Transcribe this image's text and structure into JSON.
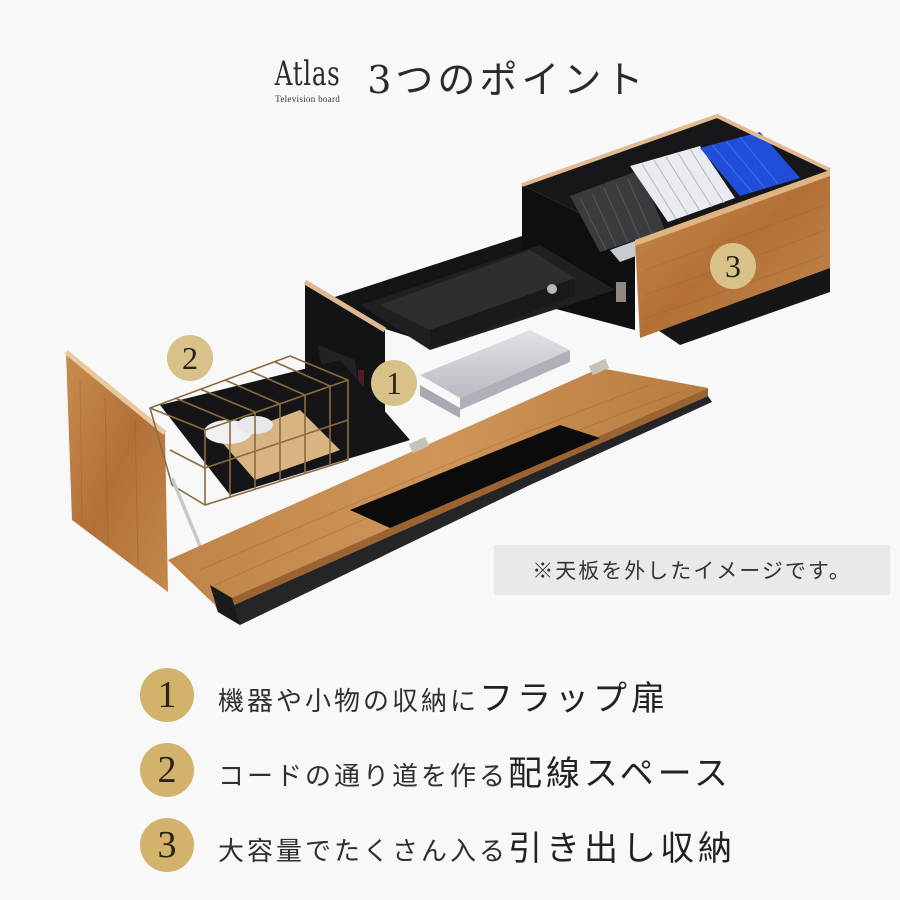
{
  "header": {
    "brand_name": "Atlas",
    "brand_subtitle": "Television board",
    "headline": "3つのポイント"
  },
  "illustration": {
    "subject": "TV board with top panel removed, flap door open, drawer pulled out",
    "markers": [
      {
        "label": "1",
        "meaning": "flap door compartment"
      },
      {
        "label": "2",
        "meaning": "wiring space with wire basket"
      },
      {
        "label": "3",
        "meaning": "large drawer"
      }
    ]
  },
  "note": {
    "text": "※天板を外したイメージです。"
  },
  "features": [
    {
      "number": "1",
      "lead": "機器や小物の収納に",
      "emphasis": "フラップ扉"
    },
    {
      "number": "2",
      "lead": "コードの通り道を作る",
      "emphasis": "配線スペース"
    },
    {
      "number": "3",
      "lead": "大容量でたくさん入る",
      "emphasis": "引き出し収納"
    }
  ],
  "colors": {
    "background": "#f8f8f8",
    "badge_gold": "#d3b26c",
    "marker_gold": "#d8c289",
    "note_bg": "#e9e9e9",
    "wood": "#b87a3f",
    "black_panel": "#1c1c1e",
    "text": "#2a2a2a"
  }
}
